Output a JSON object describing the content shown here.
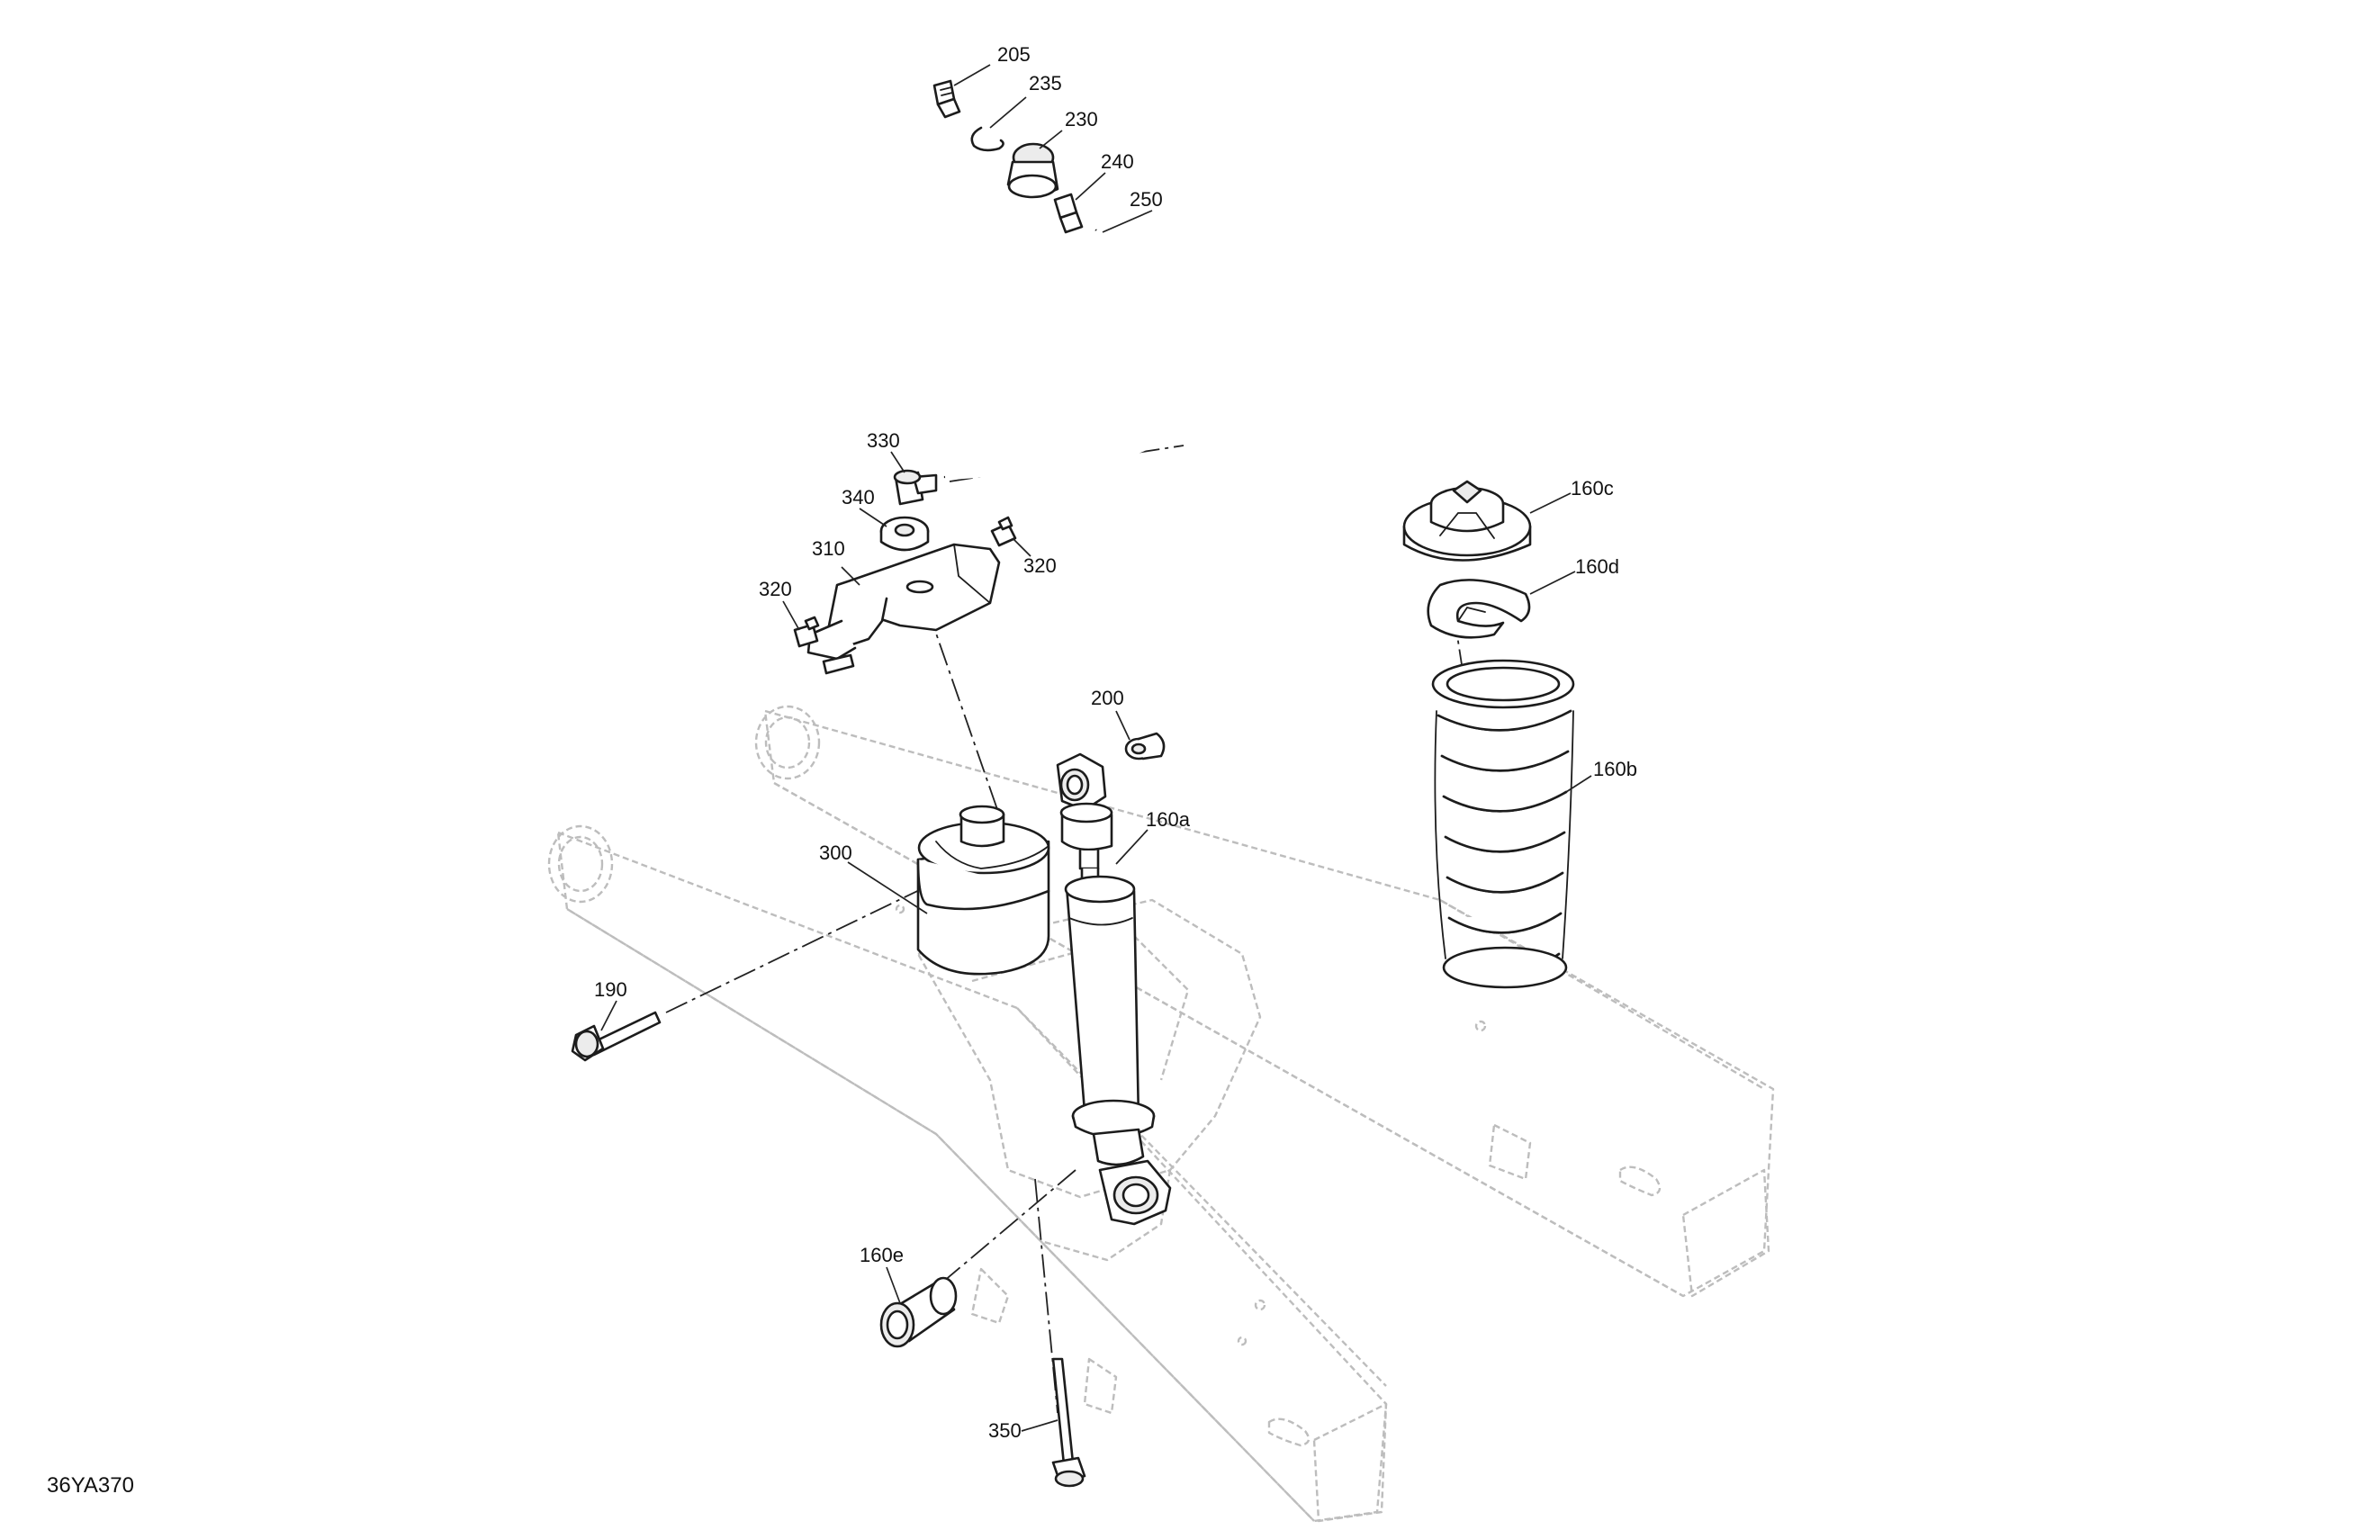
{
  "figure_code": "36YA370",
  "callouts": {
    "c205": "205",
    "c235": "235",
    "c230": "230",
    "c240": "240",
    "c250": "250",
    "c330": "330",
    "c340": "340",
    "c310": "310",
    "c320a": "320",
    "c320b": "320",
    "c200": "200",
    "c160a": "160a",
    "c300": "300",
    "c190": "190",
    "c160c": "160c",
    "c160d": "160d",
    "c160b": "160b",
    "c160e": "160e",
    "c350": "350"
  }
}
